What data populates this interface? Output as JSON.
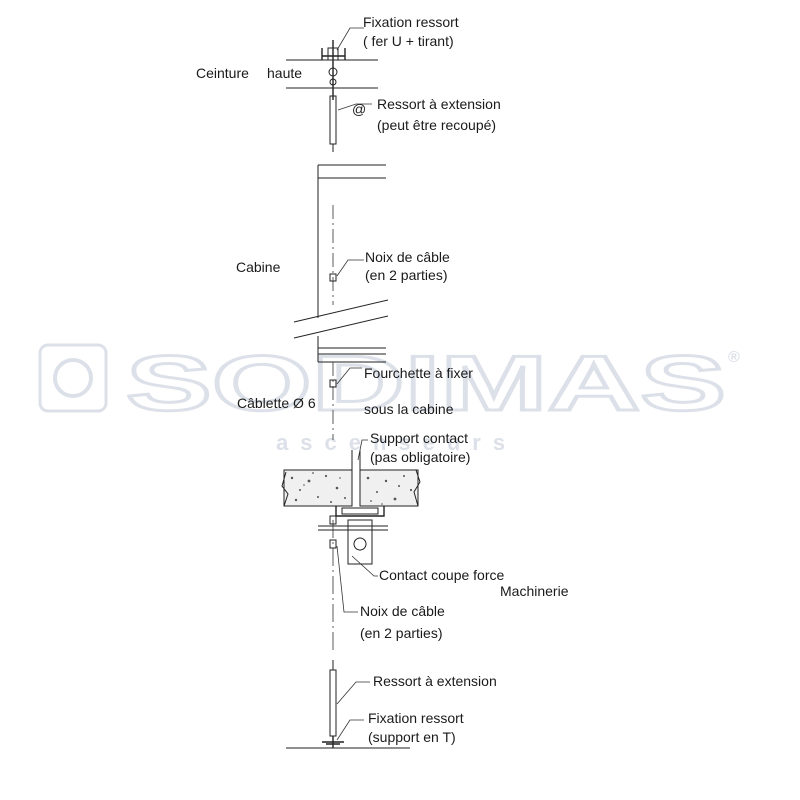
{
  "labels": {
    "fixation_top_1": "Fixation ressort",
    "fixation_top_2": "( fer U + tirant)",
    "ceinture": "Ceinture",
    "haute": "haute",
    "at_sign": "@",
    "ressort_top_1": "Ressort à extension",
    "ressort_top_2": "(peut être recoupé)",
    "cabine": "Cabine",
    "noix_top_1": "Noix de câble",
    "noix_top_2": "(en 2 parties)",
    "fourchette_1": "Fourchette à fixer",
    "fourchette_2": "sous la cabine",
    "cablette": "Câblette Ø 6",
    "support_1": "Support contact",
    "support_2": "(pas obligatoire)",
    "contact": "Contact coupe force",
    "machinerie": "Machinerie",
    "noix_bot_1": "Noix de câble",
    "noix_bot_2": "(en 2 parties)",
    "ressort_bot": "Ressort à extension",
    "fixation_bot_1": "Fixation ressort",
    "fixation_bot_2": "(support en T)"
  },
  "watermark": {
    "brand": "SODIMAS",
    "tagline": "ascenseurs",
    "registered": "®",
    "color": "#d9dde6"
  },
  "colors": {
    "line": "#222222",
    "text": "#1a1a1a",
    "concrete": "#555555"
  }
}
